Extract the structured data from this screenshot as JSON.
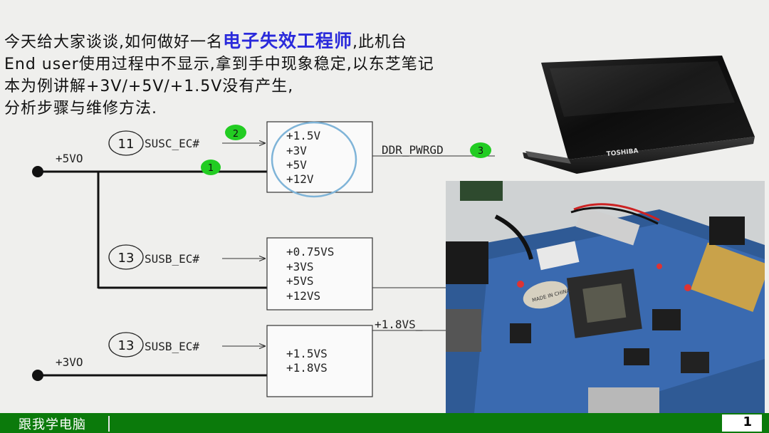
{
  "intro": {
    "line1_a": "今天给大家谈谈,如何做好一名",
    "line1_highlight": "电子失效工程师",
    "line1_b": ",此机台",
    "line2": "End user使用过程中不显示,拿到手中现象稳定,以东芝笔记",
    "line3": "本为例讲解+3V/+5V/+1.5V没有产生,",
    "line4": "分析步骤与维修方法."
  },
  "schematic": {
    "rail_top": "+5VO",
    "rail_bottom": "+3VO",
    "block1": {
      "pin": "11",
      "signal": "SUSC_EC#",
      "outputs": [
        "+1.5V",
        "+3V",
        "+5V",
        "+12V"
      ],
      "out_signal": "DDR_PWRGD"
    },
    "block2": {
      "pin": "13",
      "signal": "SUSB_EC#",
      "outputs": [
        "+0.75VS",
        "+3VS",
        "+5VS",
        "+12VS"
      ]
    },
    "block3": {
      "pin": "13",
      "signal": "SUSB_EC#",
      "outputs": [
        "+1.5VS",
        "+1.8VS"
      ],
      "out_signal": "+1.8VS_"
    },
    "markers": [
      "1",
      "2",
      "3"
    ]
  },
  "photos": {
    "laptop_brand": "TOSHIBA",
    "chip_label": "MADE IN CHINA"
  },
  "footer": {
    "text": "跟我学电脑",
    "page": "1"
  },
  "colors": {
    "footer_green": "#0b7a0b",
    "highlight_blue": "#2a2adb",
    "marker_green": "#22cc22",
    "annotation_circle": "#7fb4d8"
  }
}
